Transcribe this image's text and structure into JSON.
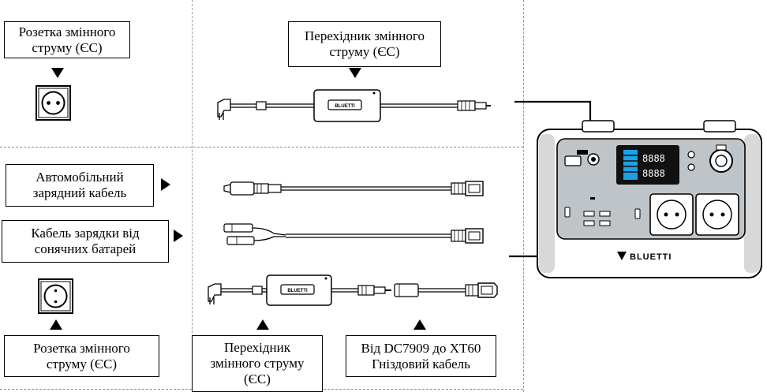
{
  "labels": {
    "outlet_top": [
      "Розетка змінного",
      "струму (ЄС)"
    ],
    "adapter_top": [
      "Перехідник змінного",
      "струму (ЄС)"
    ],
    "car_cable": [
      "Автомобільний",
      "зарядний кабель"
    ],
    "solar_cable": [
      "Кабель зарядки від",
      "сонячних батарей"
    ],
    "outlet_bottom": [
      "Розетка змінного",
      "струму (ЄС)"
    ],
    "adapter_bottom": [
      "Перехідник",
      "змінного струму",
      "(ЄС)"
    ],
    "dc_cable": [
      "Від DC7909 до XT60",
      "Гніздовий кабель"
    ]
  },
  "adapter_brand": "BLUETTI",
  "device": {
    "brand": "BLUETTI",
    "display_values": [
      "8888",
      "8888"
    ]
  }
}
